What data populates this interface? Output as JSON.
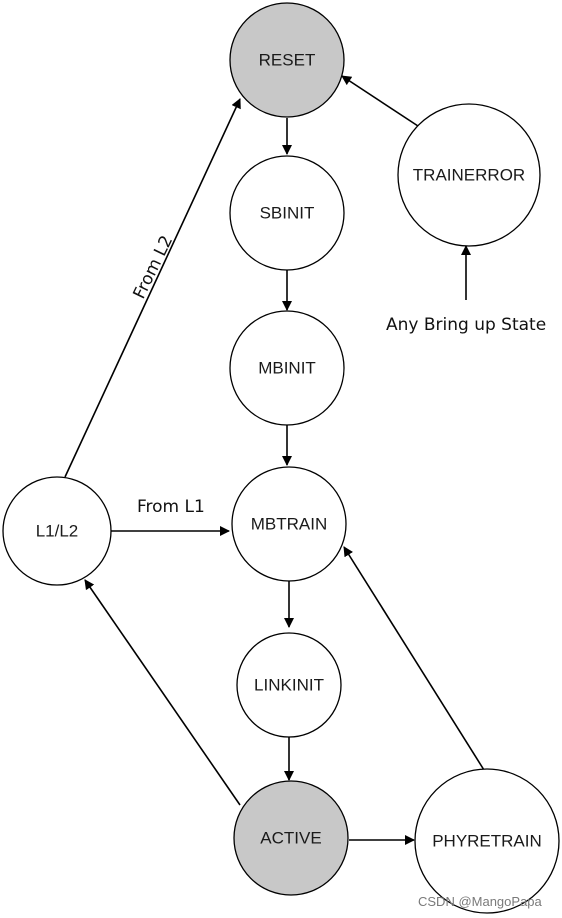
{
  "colors": {
    "active_fill": "#c8c8c8",
    "default_fill": "#ffffff",
    "stroke": "#000000"
  },
  "nodes": {
    "reset": {
      "label": "RESET",
      "highlighted": true
    },
    "sbinit": {
      "label": "SBINIT",
      "highlighted": false
    },
    "mbinit": {
      "label": "MBINIT",
      "highlighted": false
    },
    "mbtrain": {
      "label": "MBTRAIN",
      "highlighted": false
    },
    "linkinit": {
      "label": "LINKINIT",
      "highlighted": false
    },
    "active": {
      "label": "ACTIVE",
      "highlighted": true
    },
    "phyretrain": {
      "label": "PHYRETRAIN",
      "highlighted": false
    },
    "trainerror": {
      "label": "TRAINERROR",
      "highlighted": false
    },
    "l1l2": {
      "label": "L1/L2",
      "highlighted": false
    }
  },
  "edges": [
    {
      "from": "reset",
      "to": "sbinit",
      "label": ""
    },
    {
      "from": "sbinit",
      "to": "mbinit",
      "label": ""
    },
    {
      "from": "mbinit",
      "to": "mbtrain",
      "label": ""
    },
    {
      "from": "mbtrain",
      "to": "linkinit",
      "label": ""
    },
    {
      "from": "linkinit",
      "to": "active",
      "label": ""
    },
    {
      "from": "active",
      "to": "phyretrain",
      "label": ""
    },
    {
      "from": "phyretrain",
      "to": "mbtrain",
      "label": ""
    },
    {
      "from": "active",
      "to": "l1l2",
      "label": ""
    },
    {
      "from": "l1l2",
      "to": "mbtrain",
      "label": "From L1"
    },
    {
      "from": "l1l2",
      "to": "reset",
      "label": "From L2"
    },
    {
      "from": "trainerror",
      "to": "reset",
      "label": ""
    },
    {
      "from": "any_bringup",
      "to": "trainerror",
      "label": ""
    }
  ],
  "labels": {
    "from_l1": "From L1",
    "from_l2": "From L2",
    "any_bringup": "Any Bring up State"
  },
  "watermark": "CSDN @MangoPapa"
}
